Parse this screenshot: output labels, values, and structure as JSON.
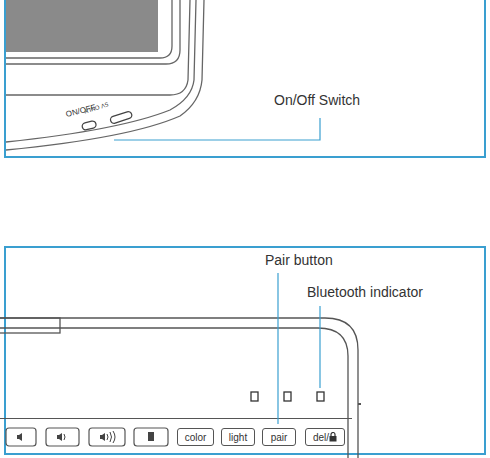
{
  "diagram": {
    "nodes": [
      {
        "text": [
          "color"
        ]
      },
      {
        "text": [
          "light"
        ]
      },
      {
        "text": [
          "pair"
        ]
      },
      {
        "text": [
          "del/"
        ]
      }
    ],
    "labels": [
      "On/Off Switch",
      "ON/OFF",
      "5V ONLY",
      "Pair button",
      "Bluetooth indicator"
    ]
  }
}
